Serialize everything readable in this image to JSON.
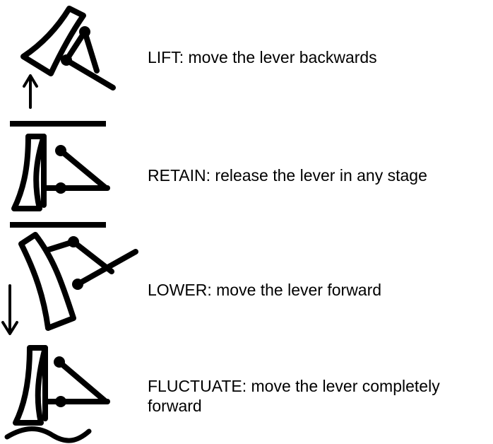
{
  "diagram": {
    "accent_color": "#000000",
    "rows": [
      {
        "id": "lift",
        "icon": "blade-lift-icon",
        "label": "LIFT: move the lever backwards"
      },
      {
        "id": "retain",
        "icon": "blade-retain-icon",
        "label": "RETAIN: release the lever in any stage"
      },
      {
        "id": "lower",
        "icon": "blade-lower-icon",
        "label": "LOWER: move the lever forward"
      },
      {
        "id": "fluctuate",
        "icon": "blade-fluctuate-icon",
        "label_line1": "FLUCTUATE: move the lever completely",
        "label_line2": "forward"
      }
    ]
  }
}
